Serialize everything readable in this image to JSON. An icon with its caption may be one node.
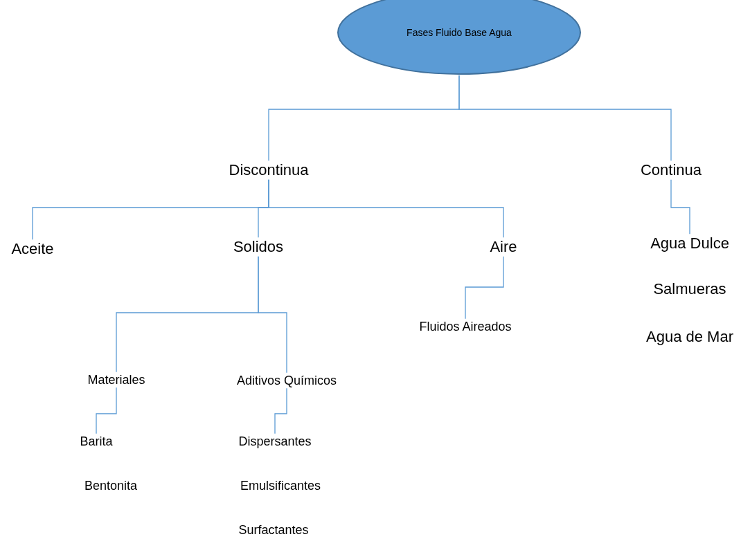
{
  "diagram": {
    "nodes": [
      {
        "text": [
          "Fases Fluido Base Agua"
        ]
      },
      {
        "text": [
          "Discontinua"
        ]
      },
      {
        "text": [
          "Continua"
        ]
      },
      {
        "text": [
          "Aceite"
        ]
      },
      {
        "text": [
          "Solidos"
        ]
      },
      {
        "text": [
          "Aire"
        ]
      },
      {
        "text": [
          "Agua Dulce"
        ]
      },
      {
        "text": [
          "Salmueras"
        ]
      },
      {
        "text": [
          "Agua de Mar"
        ]
      },
      {
        "text": [
          "Fluidos Aireados"
        ]
      },
      {
        "text": [
          "Materiales"
        ]
      },
      {
        "text": [
          "Aditivos Químicos"
        ]
      },
      {
        "text": [
          "Barita"
        ]
      },
      {
        "text": [
          "Bentonita"
        ]
      },
      {
        "text": [
          "Dispersantes"
        ]
      },
      {
        "text": [
          "Emulsificantes"
        ]
      },
      {
        "text": [
          "Surfactantes"
        ]
      }
    ],
    "edges": [
      {
        "from": 0,
        "to": 1,
        "arrow": "none"
      },
      {
        "from": 0,
        "to": 2,
        "arrow": "none"
      },
      {
        "from": 1,
        "to": 3,
        "arrow": "none"
      },
      {
        "from": 1,
        "to": 4,
        "arrow": "none"
      },
      {
        "from": 1,
        "to": 5,
        "arrow": "none"
      },
      {
        "from": 2,
        "to": 6,
        "arrow": "none"
      },
      {
        "from": 5,
        "to": 9,
        "arrow": "none"
      },
      {
        "from": 4,
        "to": 10,
        "arrow": "none"
      },
      {
        "from": 4,
        "to": 11,
        "arrow": "none"
      },
      {
        "from": 10,
        "to": 12,
        "arrow": "none"
      },
      {
        "from": 11,
        "to": 14,
        "arrow": "none"
      }
    ]
  }
}
